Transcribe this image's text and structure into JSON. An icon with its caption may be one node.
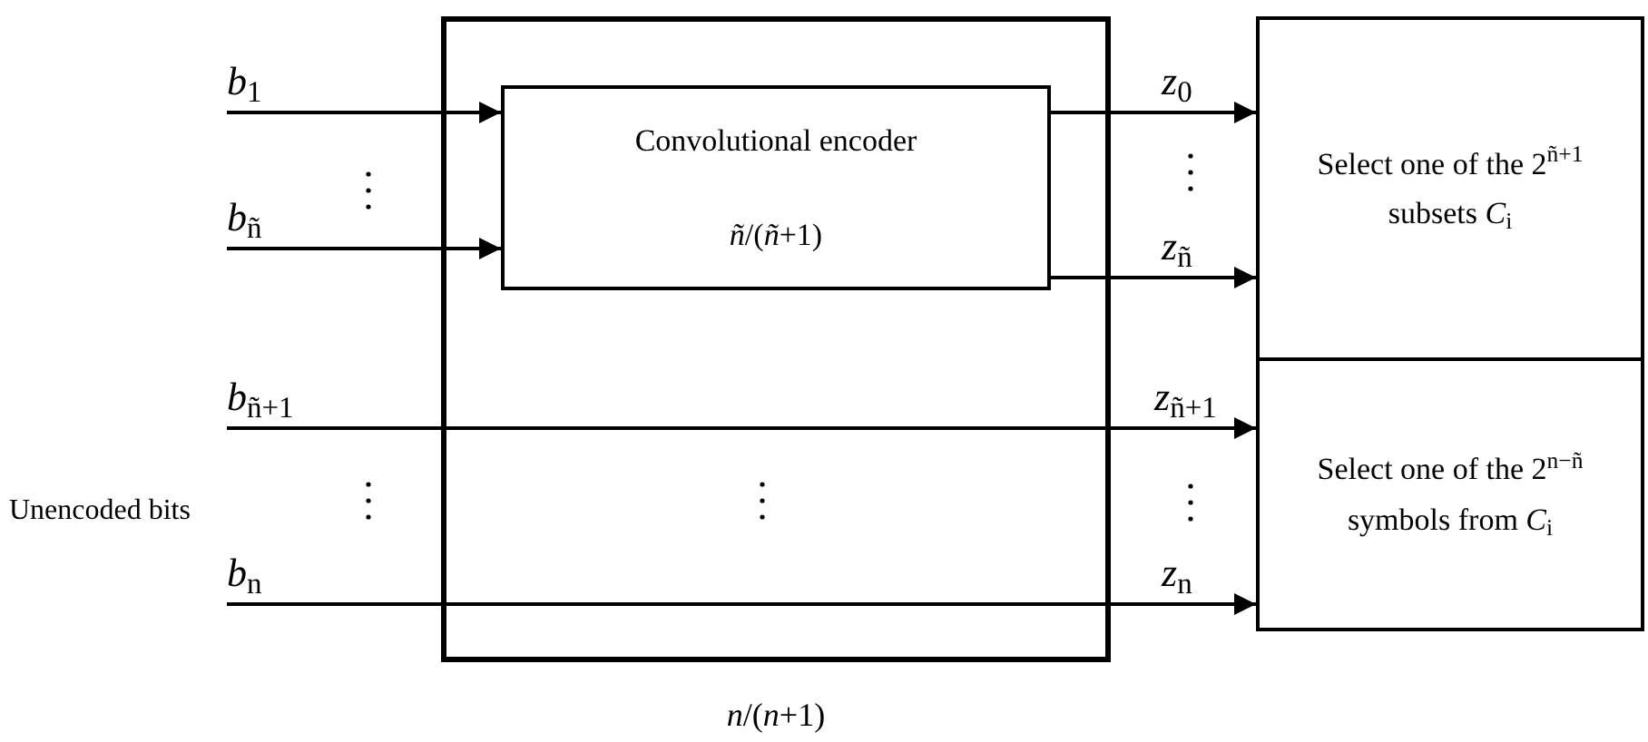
{
  "diagram": {
    "nodes": [
      {
        "text": [],
        "shape": "box",
        "beside": [
          "*n*/(*n*+1)"
        ]
      },
      {
        "text": [
          "Convolutional encoder",
          "*ñ*/(*ñ*+1)"
        ],
        "in": 0
      },
      {
        "text": [
          "Select one of the 2$^{ñ+1}$ subsets *C*$_{i}$"
        ]
      },
      {
        "text": [
          "Select one of the 2$^{n−ñ}$ symbols from *C*$_{i}$"
        ]
      },
      {
        "text": [
          "*b*$_{1}$"
        ]
      },
      {
        "text": [
          "*b*$_{ñ}$"
        ]
      },
      {
        "text": [
          "*b*$_{ñ+1}$"
        ]
      },
      {
        "text": [
          "*b*$_{n}$"
        ]
      }
    ],
    "edges": [
      {
        "from": 4,
        "to": 1,
        "arrow": "to"
      },
      {
        "from": 5,
        "to": 1,
        "arrow": "to"
      },
      {
        "from": 6,
        "to": 3,
        "arrow": "to",
        "label": "*z*$_{ñ+1}$"
      },
      {
        "from": 7,
        "to": 3,
        "arrow": "to",
        "label": "*z*$_{n}$"
      },
      {
        "from": 1,
        "to": 2,
        "arrow": "to",
        "label": "*z*$_{0}$"
      },
      {
        "from": 1,
        "to": 2,
        "arrow": "to",
        "label": "*z*$_{ñ}$"
      }
    ],
    "labels": [
      "Unencoded bits"
    ]
  }
}
